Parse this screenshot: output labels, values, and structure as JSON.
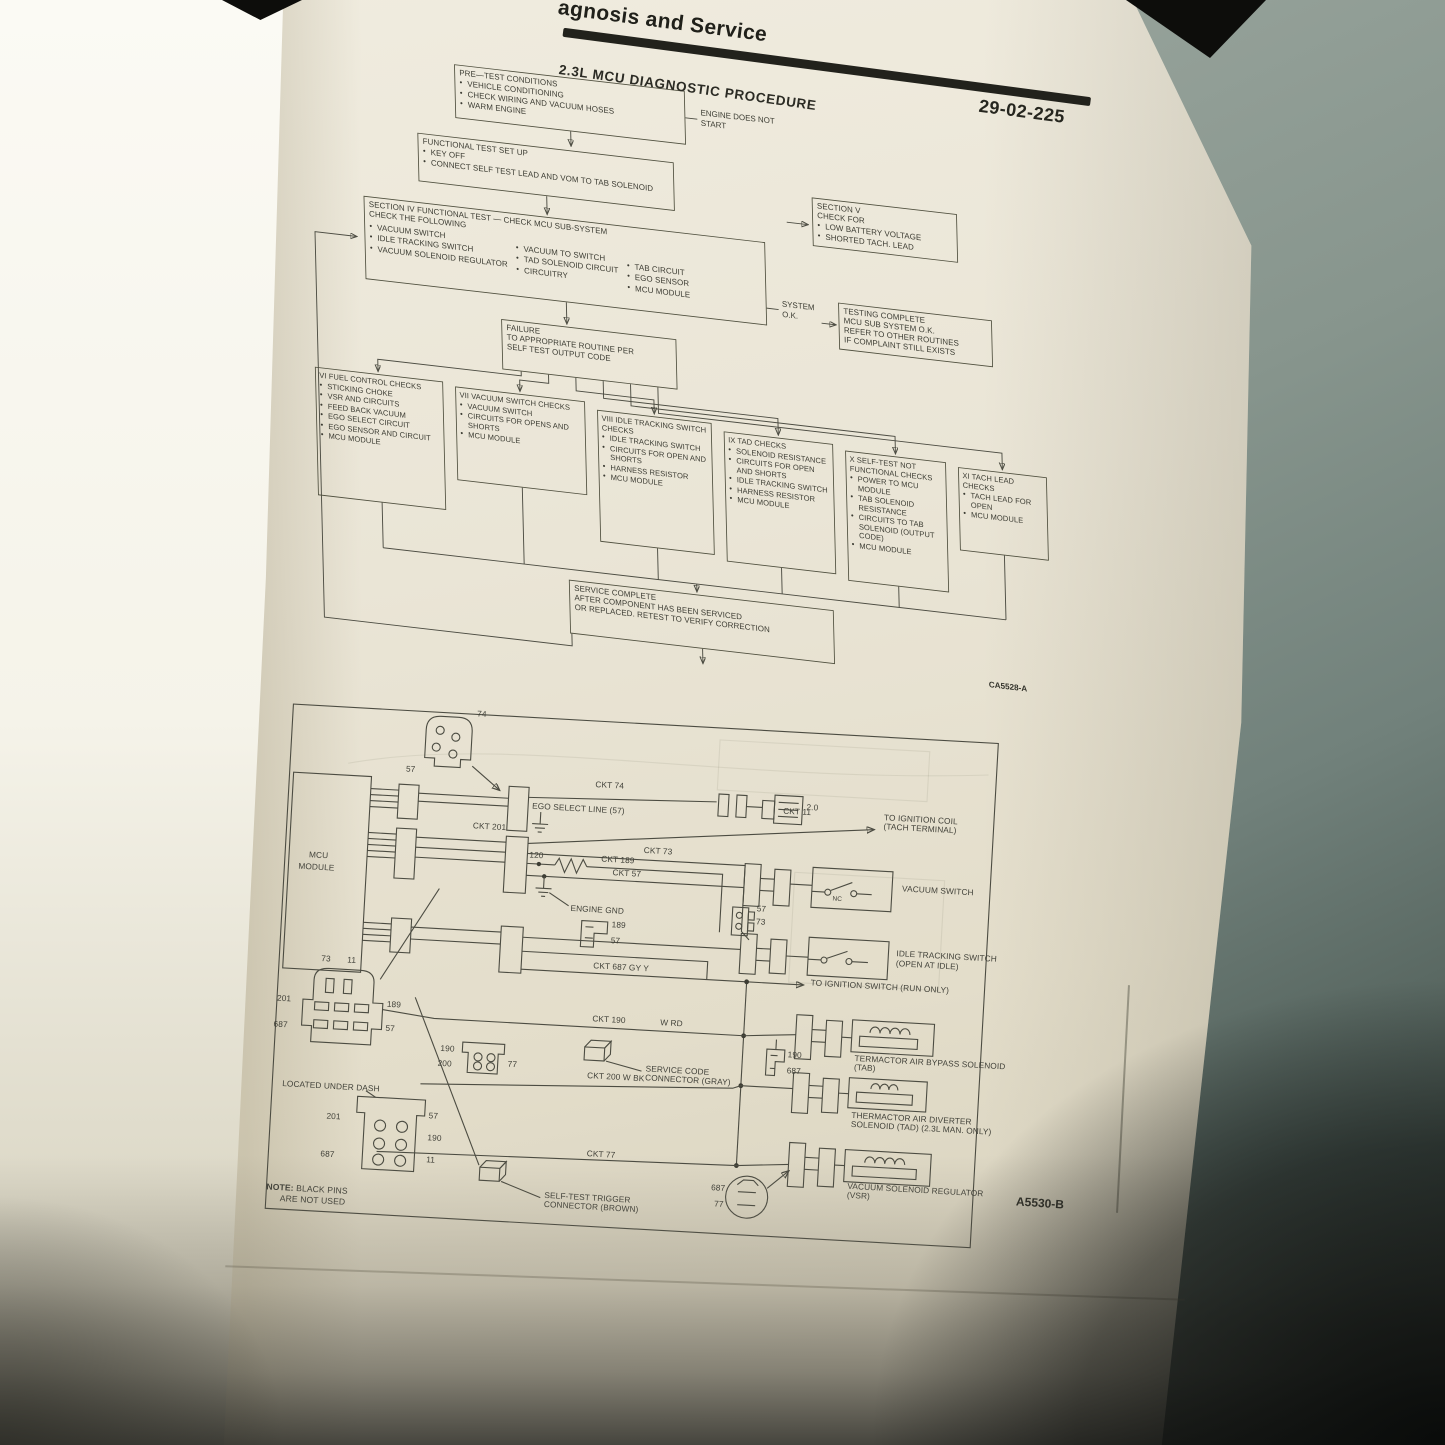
{
  "page": {
    "header": "agnosis and Service",
    "page_number": "29-02-225",
    "title": "2.3L MCU DIAGNOSTIC PROCEDURE",
    "flow_figure_code": "CA5528-A",
    "wiring_figure_code": "A5530-B",
    "colors": {
      "paper": "#eae5d6",
      "ink": "#3c3c33",
      "table": "#8d9a92"
    }
  },
  "flow": {
    "pretest_title": "PRE—TEST CONDITIONS",
    "pretest_items": [
      "VEHICLE CONDITIONING",
      "CHECK WIRING AND VACUUM HOSES",
      "WARM ENGINE"
    ],
    "engine_no_start_1": "ENGINE DOES NOT",
    "engine_no_start_2": "START",
    "section_v_title": "SECTION V",
    "section_v_sub": "CHECK FOR",
    "section_v_items": [
      "LOW BATTERY VOLTAGE",
      "SHORTED TACH. LEAD"
    ],
    "setup_title": "FUNCTIONAL TEST SET UP",
    "setup_items": [
      "KEY OFF",
      "CONNECT SELF TEST LEAD AND VOM TO TAB SOLENOID"
    ],
    "siv_line1": "SECTION IV FUNCTIONAL TEST — CHECK MCU SUB-SYSTEM",
    "siv_line2": "CHECK THE FOLLOWING",
    "siv_col1": [
      "VACUUM SWITCH",
      "IDLE TRACKING SWITCH",
      "VACUUM SOLENOID REGULATOR"
    ],
    "siv_col2": [
      "VACUUM TO SWITCH",
      "TAD SOLENOID CIRCUIT",
      "CIRCUITRY"
    ],
    "siv_col3": [
      "TAB CIRCUIT",
      "EGO SENSOR",
      "MCU MODULE"
    ],
    "system_ok_1": "SYSTEM",
    "system_ok_2": "O.K.",
    "complete_lines": [
      "TESTING COMPLETE",
      "MCU SUB SYSTEM O.K.",
      "REFER TO OTHER ROUTINES",
      "IF COMPLAINT STILL EXISTS"
    ],
    "failure_lines": [
      "FAILURE",
      "TO APPROPRIATE ROUTINE PER",
      "SELF TEST OUTPUT CODE"
    ],
    "checks": [
      {
        "title": "VI FUEL CONTROL CHECKS",
        "items": [
          "STICKING CHOKE",
          "VSR AND CIRCUITS",
          "FEED BACK VACUUM",
          "EGO SELECT CIRCUIT",
          "EGO SENSOR AND CIRCUIT",
          "MCU MODULE"
        ]
      },
      {
        "title": "VII VACUUM SWITCH CHECKS",
        "items": [
          "VACUUM SWITCH",
          "CIRCUITS FOR OPENS AND SHORTS",
          "MCU MODULE"
        ]
      },
      {
        "title": "VIII IDLE TRACKING SWITCH CHECKS",
        "items": [
          "IDLE TRACKING SWITCH",
          "CIRCUITS FOR OPEN AND SHORTS",
          "HARNESS RESISTOR",
          "MCU MODULE"
        ]
      },
      {
        "title": "IX TAD CHECKS",
        "items": [
          "SOLENOID RESISTANCE",
          "CIRCUITS FOR OPEN AND SHORTS",
          "IDLE TRACKING SWITCH",
          "HARNESS RESISTOR",
          "MCU MODULE"
        ]
      },
      {
        "title": "X SELF-TEST NOT FUNCTIONAL CHECKS",
        "items": [
          "POWER TO MCU MODULE",
          "TAB SOLENOID RESISTANCE",
          "CIRCUITS TO TAB SOLENOID (OUTPUT CODE)",
          "MCU MODULE"
        ]
      },
      {
        "title": "XI TACH LEAD CHECKS",
        "items": [
          "TACH LEAD FOR OPEN",
          "MCU MODULE"
        ]
      }
    ],
    "service_lines": [
      "SERVICE COMPLETE",
      "AFTER COMPONENT HAS BEEN SERVICED",
      "OR REPLACED. RETEST TO VERIFY CORRECTION"
    ]
  },
  "wiring": {
    "mcu_1": "MCU",
    "mcu_2": "MODULE",
    "conn74_top": "74",
    "conn74_bot": "57",
    "ckt74": "CKT 74",
    "ego_select": "EGO SELECT LINE (57)",
    "ego_value": "2.0",
    "ckt11": "CKT 11",
    "ign_coil_1": "TO IGNITION COIL",
    "ign_coil_2": "(TACH TERMINAL)",
    "ckt201": "CKT 201",
    "ckt73": "CKT 73",
    "r120": "120",
    "ckt189": "CKT 189",
    "ckt57": "CKT 57",
    "engine_gnd": "ENGINE GND",
    "gnd189": "189",
    "gnd57": "57",
    "mini57": "57",
    "mini73": "73",
    "vacuum_switch": "VACUUM SWITCH",
    "nc": "NC",
    "idle_1": "IDLE TRACKING SWITCH",
    "idle_2": "(OPEN AT IDLE)",
    "ckt687": "CKT 687 GY Y",
    "ign_switch": "TO IGNITION SWITCH (RUN ONLY)",
    "ckt190a": "CKT 190",
    "ckt190b": "W RD",
    "tab_1": "TERMACTOR AIR BYPASS SOLENOID",
    "tab_2": "(TAB)",
    "mini190": "190",
    "mini687": "687",
    "svc_code_1": "SERVICE CODE",
    "svc_code_2": "CONNECTOR (GRAY)",
    "ckt200": "CKT 200 W BK",
    "tad_1": "THERMACTOR AIR DIVERTER",
    "tad_2": "SOLENOID (TAD) (2.3L MAN. ONLY)",
    "ckt77": "CKT 77",
    "vsr_1": "VACUUM SOLENOID REGULATOR",
    "vsr_2": "(VSR)",
    "round687": "687",
    "round77": "77",
    "selftest_1": "SELF-TEST TRIGGER",
    "selftest_2": "CONNECTOR (BROWN)",
    "big73": "73",
    "big11": "11",
    "big201": "201",
    "big189": "189",
    "big687": "687",
    "big57": "57",
    "under_dash": "LOCATED UNDER DASH",
    "t201": "201",
    "t687": "687",
    "t57": "57",
    "t190": "190",
    "t11": "11",
    "s190": "190",
    "s200": "200",
    "s77": "77",
    "note_1": "NOTE:",
    "note_2": "BLACK PINS",
    "note_3": "ARE NOT USED"
  }
}
